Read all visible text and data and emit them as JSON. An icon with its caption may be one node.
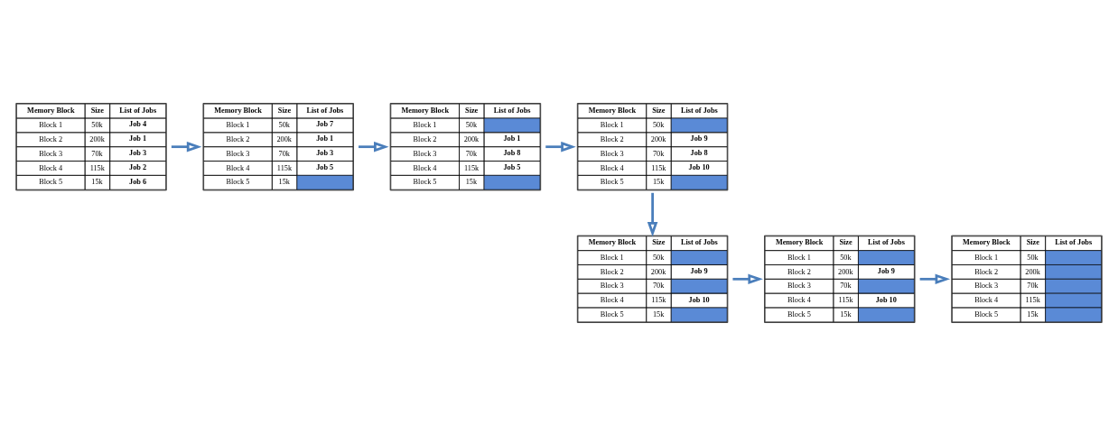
{
  "diagram": {
    "nodes": [
      {
        "text": [
          "Memory Block",
          "Size",
          "List of Jobs",
          "Block 1",
          "50k",
          "Job 4",
          "Block 2",
          "200k",
          "Job 1",
          "Block 3",
          "70k",
          "Job 3",
          "Block 4",
          "115k",
          "Job 2",
          "Block 5",
          "15k",
          "Job 6"
        ]
      },
      {
        "text": [
          "Memory Block",
          "Size",
          "List of Jobs",
          "Block 1",
          "50k",
          "Job 7",
          "Block 2",
          "200k",
          "Job 1",
          "Block 3",
          "70k",
          "Job 3",
          "Block 4",
          "115k",
          "Job 5",
          "Block 5",
          "15k"
        ]
      },
      {
        "text": [
          "Memory Block",
          "Size",
          "List of Jobs",
          "Block 1",
          "50k",
          "Block 2",
          "200k",
          "Job 1",
          "Block 3",
          "70k",
          "Job 8",
          "Block 4",
          "115k",
          "Job 5",
          "Block 5",
          "15k"
        ]
      },
      {
        "text": [
          "Memory Block",
          "Size",
          "List of Jobs",
          "Block 1",
          "50k",
          "Block 2",
          "200k",
          "Job 9",
          "Block 3",
          "70k",
          "Job 8",
          "Block 4",
          "115k",
          "Job 10",
          "Block 5",
          "15k"
        ]
      },
      {
        "text": [
          "Memory Block",
          "Size",
          "List of Jobs",
          "Block 1",
          "50k",
          "Block 2",
          "200k",
          "Block 3",
          "70k",
          "Block 4",
          "115k",
          "Block 5",
          "15k"
        ]
      },
      {
        "text": [
          "Memory Block",
          "Size",
          "List of Jobs",
          "Block 1",
          "50k",
          "Block 2",
          "200k",
          "Job 9",
          "Block 3",
          "70k",
          "Block 4",
          "115k",
          "Job 10",
          "Block 5",
          "15k"
        ]
      },
      {
        "text": [
          "Memory Block",
          "Size",
          "List of Jobs",
          "Block 1",
          "50k",
          "Block 2",
          "200k",
          "Job 9",
          "Block 3",
          "70k",
          "Block 4",
          "115k",
          "Job 10",
          "Block 5",
          "15k"
        ]
      }
    ],
    "edges": [
      {
        "from": 0,
        "to": 1,
        "arrow": "to"
      },
      {
        "from": 1,
        "to": 2,
        "arrow": "to"
      },
      {
        "from": 2,
        "to": 3,
        "arrow": "to"
      },
      {
        "from": 3,
        "to": 6,
        "arrow": "to"
      },
      {
        "from": 6,
        "to": 5,
        "arrow": "to"
      },
      {
        "from": 5,
        "to": 4,
        "arrow": "to"
      }
    ]
  }
}
